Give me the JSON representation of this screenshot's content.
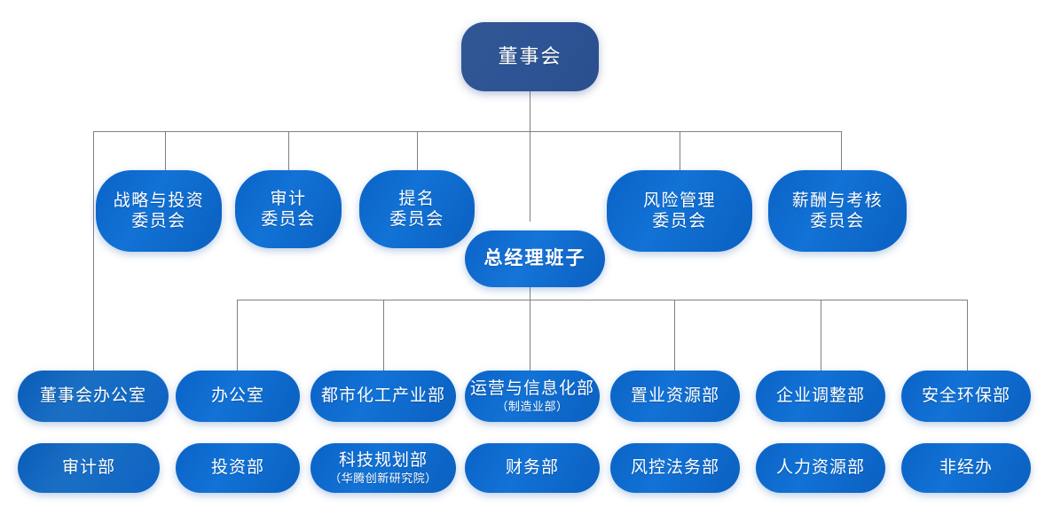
{
  "chart": {
    "type": "org-chart",
    "title": "",
    "colors": {
      "root_fill": "#2e5496",
      "node_fill": "#0e68cd",
      "connector": "#808080",
      "text": "#ffffff",
      "background": "#ffffff"
    },
    "root": {
      "label": "董事会"
    },
    "committees": [
      {
        "label_line1": "战略与投资",
        "label_line2": "委员会"
      },
      {
        "label_line1": "审计",
        "label_line2": "委员会"
      },
      {
        "label_line1": "提名",
        "label_line2": "委员会"
      },
      {
        "label_line1": "风险管理",
        "label_line2": "委员会"
      },
      {
        "label_line1": "薪酬与考核",
        "label_line2": "委员会"
      }
    ],
    "general_manager": {
      "label": "总经理班子"
    },
    "board_office": {
      "label": "董事会办公室"
    },
    "audit_dept": {
      "label": "审计部"
    },
    "departments_row1": [
      {
        "label": "办公室",
        "sub": ""
      },
      {
        "label": "都市化工产业部",
        "sub": ""
      },
      {
        "label": "运营与信息化部",
        "sub": "（制造业部）"
      },
      {
        "label": "置业资源部",
        "sub": ""
      },
      {
        "label": "企业调整部",
        "sub": ""
      },
      {
        "label": "安全环保部",
        "sub": ""
      }
    ],
    "departments_row2": [
      {
        "label": "投资部",
        "sub": ""
      },
      {
        "label": "科技规划部",
        "sub": "（华腾创新研究院）"
      },
      {
        "label": "财务部",
        "sub": ""
      },
      {
        "label": "风控法务部",
        "sub": ""
      },
      {
        "label": "人力资源部",
        "sub": ""
      },
      {
        "label": "非经办",
        "sub": ""
      }
    ]
  }
}
